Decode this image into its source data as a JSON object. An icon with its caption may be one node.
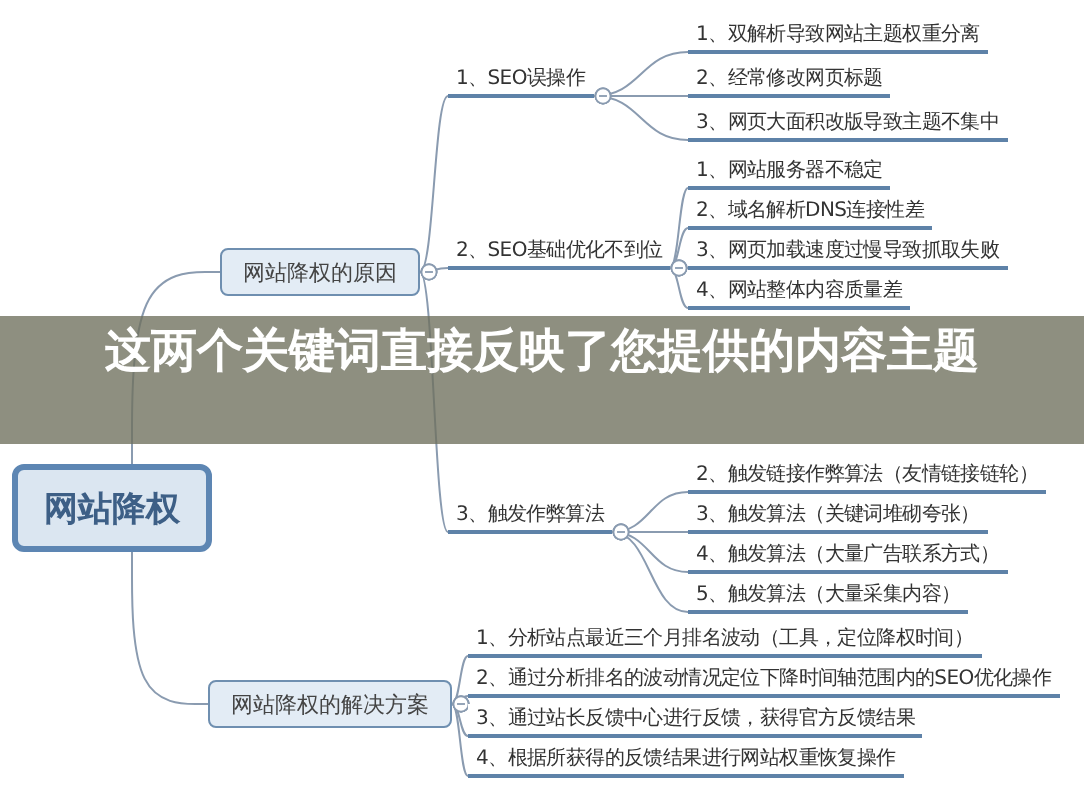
{
  "diagram": {
    "caption": "这两个关键词直接反映了您提供的内容主题",
    "nodes": [
      {
        "text": [
          "网站降权"
        ]
      },
      {
        "text": [
          "网站降权的原因"
        ]
      },
      {
        "text": [
          "1、SEO误操作"
        ]
      },
      {
        "text": [
          "1、双解析导致网站主题权重分离"
        ]
      },
      {
        "text": [
          "2、经常修改网页标题"
        ]
      },
      {
        "text": [
          "3、网页大面积改版导致主题不集中"
        ]
      },
      {
        "text": [
          "2、SEO基础优化不到位"
        ]
      },
      {
        "text": [
          "1、网站服务器不稳定"
        ]
      },
      {
        "text": [
          "2、域名解析DNS连接性差"
        ]
      },
      {
        "text": [
          "3、网页加载速度过慢导致抓取失败"
        ]
      },
      {
        "text": [
          "4、网站整体内容质量差"
        ]
      },
      {
        "text": [
          "3、触发作弊算法"
        ]
      },
      {
        "text": [
          "2、触发链接作弊算法（友情链接链轮）"
        ]
      },
      {
        "text": [
          "3、触发算法（关键词堆砌夸张）"
        ]
      },
      {
        "text": [
          "4、触发算法（大量广告联系方式）"
        ]
      },
      {
        "text": [
          "5、触发算法（大量采集内容）"
        ]
      },
      {
        "text": [
          "网站降权的解决方案"
        ]
      },
      {
        "text": [
          "1、分析站点最近三个月排名波动（工具，定位降权时间）"
        ]
      },
      {
        "text": [
          "2、通过分析排名的波动情况定位下降时间轴范围内的SEO优化操作"
        ]
      },
      {
        "text": [
          "3、通过站长反馈中心进行反馈，获得官方反馈结果"
        ]
      },
      {
        "text": [
          "4、根据所获得的反馈结果进行网站权重恢复操作"
        ]
      }
    ],
    "edges": [
      {
        "from": 0,
        "to": 1,
        "arrow": "none"
      },
      {
        "from": 0,
        "to": 16,
        "arrow": "none"
      },
      {
        "from": 1,
        "to": 2,
        "arrow": "other"
      },
      {
        "from": 1,
        "to": 6,
        "arrow": "other"
      },
      {
        "from": 1,
        "to": 11,
        "arrow": "other"
      },
      {
        "from": 2,
        "to": 3,
        "arrow": "other"
      },
      {
        "from": 2,
        "to": 4,
        "arrow": "other"
      },
      {
        "from": 2,
        "to": 5,
        "arrow": "other"
      },
      {
        "from": 6,
        "to": 7,
        "arrow": "other"
      },
      {
        "from": 6,
        "to": 8,
        "arrow": "other"
      },
      {
        "from": 6,
        "to": 9,
        "arrow": "other"
      },
      {
        "from": 6,
        "to": 10,
        "arrow": "other"
      },
      {
        "from": 11,
        "to": 12,
        "arrow": "other"
      },
      {
        "from": 11,
        "to": 13,
        "arrow": "other"
      },
      {
        "from": 11,
        "to": 14,
        "arrow": "other"
      },
      {
        "from": 11,
        "to": 15,
        "arrow": "other"
      },
      {
        "from": 16,
        "to": 17,
        "arrow": "other"
      },
      {
        "from": 16,
        "to": 18,
        "arrow": "other"
      },
      {
        "from": 16,
        "to": 19,
        "arrow": "other"
      },
      {
        "from": 16,
        "to": 20,
        "arrow": "other"
      }
    ]
  }
}
